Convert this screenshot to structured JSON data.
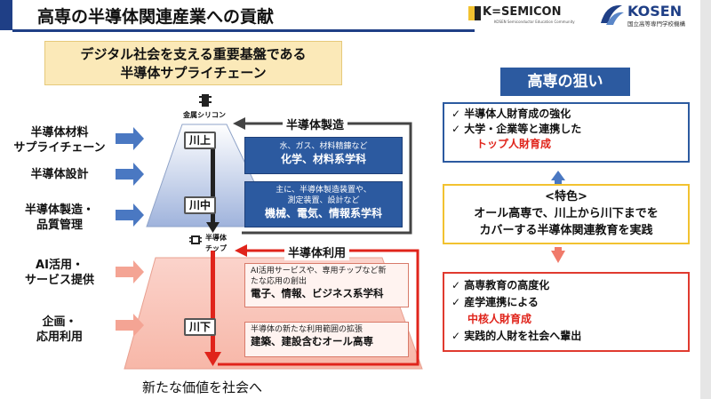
{
  "header": {
    "title": "高専の半導体関連産業への貢献",
    "logo_ksemicon": "K=SEMICON",
    "logo_ksemicon_sub": "KOSEN Semiconductor Education Community",
    "logo_kosen": "KOSEN",
    "logo_kosen_sub": "国立高等専門学校機構"
  },
  "subtitle": {
    "line1": "デジタル社会を支える重要基盤である",
    "line2": "半導体サプライチェーン"
  },
  "left_labels": [
    {
      "line1": "半導体材料",
      "line2": "サプライチェーン"
    },
    {
      "line1": "半導体設計",
      "line2": ""
    },
    {
      "line1": "半導体製造・",
      "line2": "品質管理"
    },
    {
      "line1": "AI活用・",
      "line2": "サービス提供"
    },
    {
      "line1": "企画・",
      "line2": "応用利用"
    }
  ],
  "diagram": {
    "silicon_label": "金属シリコン",
    "chip_label_1": "半導体",
    "chip_label_2": "チップ",
    "upstream": "川上",
    "midstream": "川中",
    "downstream": "川下",
    "manufacturing_label": "半導体製造",
    "utilization_label": "半導体利用",
    "box1_small": "水、ガス、材料精錬など",
    "box1_large": "化学、材料系学科",
    "box2_small1": "主に、半導体製造装置や、",
    "box2_small2": "測定装置、設計など",
    "box2_large": "機械、電気、情報系学科",
    "box3_small1": "AI活用サービスや、専用チップなど新",
    "box3_small2": "たな応用の創出",
    "box3_large": "電子、情報、ビジネス系学科",
    "box4_small": "半導体の新たな利用範囲の拡張",
    "box4_large": "建築、建設含むオール高専",
    "bottom_text": "新たな価値を社会へ"
  },
  "aims": {
    "title": "高専の狙い",
    "item1": "半導体人財育成の強化",
    "item2": "大学・企業等と連携した",
    "item2_red": "トップ人財育成"
  },
  "feature": {
    "title": "<特色>",
    "line1": "オール高専で、川上から川下までを",
    "line2": "カバーする半導体関連教育を実践"
  },
  "results": {
    "item1": "高専教育の高度化",
    "item2": "産学連携による",
    "item2_red": "中核人財育成",
    "item3": "実践的人財を社会へ輩出"
  },
  "colors": {
    "navy": "#1f3f86",
    "blue": "#2c5aa0",
    "red": "#e0241b",
    "yellow": "#f2c230",
    "subtitle_bg": "#fbe9b8"
  }
}
